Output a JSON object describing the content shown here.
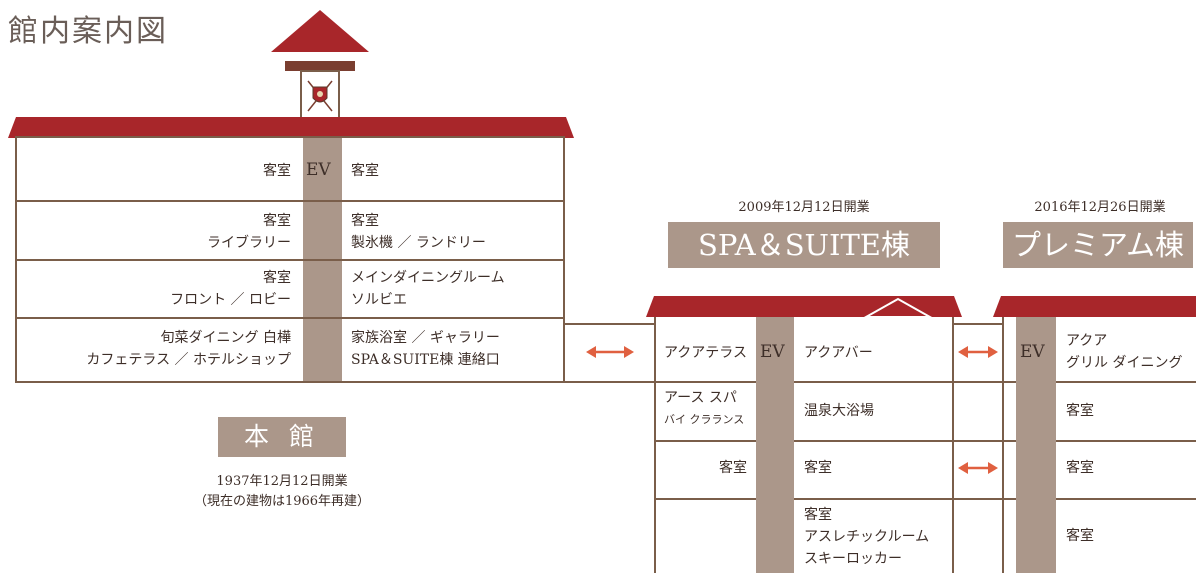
{
  "page_title": "館内案内図",
  "colors": {
    "roof": "#a8262a",
    "wall": "#7a5e4a",
    "ev": "#ab978a",
    "arrow": "#e06040"
  },
  "icons": {
    "crest": "crest-icon",
    "arrow": "double-arrow-icon"
  },
  "honkan": {
    "ev_label": "EV",
    "rows": [
      {
        "left": [
          "客室"
        ],
        "right": [
          "客室"
        ]
      },
      {
        "left": [
          "客室",
          "ライブラリー"
        ],
        "right": [
          "客室",
          "製氷機 ／ ランドリー"
        ]
      },
      {
        "left": [
          "客室",
          "フロント ／ ロビー"
        ],
        "right": [
          "メインダイニングルーム",
          "ソルビエ"
        ]
      },
      {
        "left": [
          "旬菜ダイニング 白樺",
          "カフェテラス ／ ホテルショップ"
        ],
        "right": [
          "家族浴室 ／ ギャラリー",
          "SPA＆SUITE棟 連絡口"
        ]
      }
    ],
    "name": "本 館",
    "date": "1937年12月12日開業",
    "note": "（現在の建物は1966年再建）"
  },
  "spa": {
    "date": "2009年12月12日開業",
    "name": "SPA＆SUITE棟",
    "ev_label": "EV",
    "rows": [
      {
        "left": [
          "アクアテラス"
        ],
        "right": [
          "アクアバー"
        ]
      },
      {
        "left": [
          "アース スパ",
          "バイ クラランス"
        ],
        "right": [
          "温泉大浴場"
        ]
      },
      {
        "left": [
          "客室"
        ],
        "right": [
          "客室"
        ]
      },
      {
        "left": [],
        "right": [
          "客室",
          "アスレチックルーム",
          "スキーロッカー"
        ]
      }
    ]
  },
  "premium": {
    "date": "2016年12月26日開業",
    "name": "プレミアム棟",
    "ev_label": "EV",
    "rows": [
      {
        "right": [
          "アクア",
          "グリル ダイニング"
        ]
      },
      {
        "right": [
          "客室"
        ]
      },
      {
        "right": [
          "客室"
        ]
      },
      {
        "right": [
          "客室"
        ]
      }
    ]
  }
}
